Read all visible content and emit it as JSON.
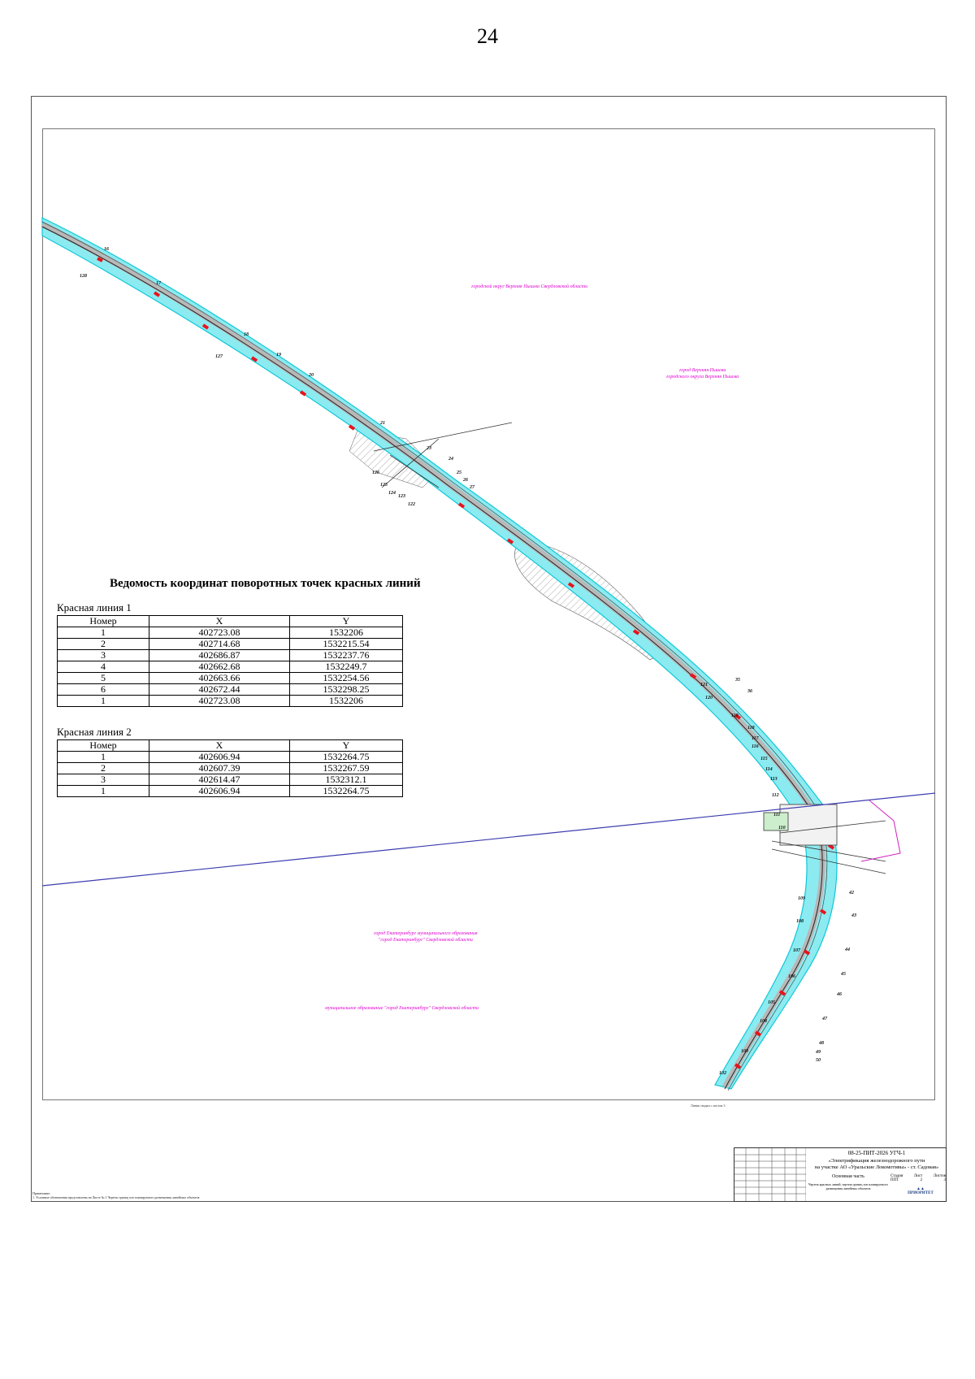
{
  "page_number": "24",
  "statement": {
    "title": "Ведомость координат поворотных точек красных линий",
    "columns": [
      "Номер",
      "X",
      "Y"
    ],
    "lines": [
      {
        "caption": "Красная линия 1",
        "rows": [
          [
            "1",
            "402723.08",
            "1532206"
          ],
          [
            "2",
            "402714.68",
            "1532215.54"
          ],
          [
            "3",
            "402686.87",
            "1532237.76"
          ],
          [
            "4",
            "402662.68",
            "1532249.7"
          ],
          [
            "5",
            "402663.66",
            "1532254.56"
          ],
          [
            "6",
            "402672.44",
            "1532298.25"
          ],
          [
            "1",
            "402723.08",
            "1532206"
          ]
        ]
      },
      {
        "caption": "Красная линия 2",
        "rows": [
          [
            "1",
            "402606.94",
            "1532264.75"
          ],
          [
            "2",
            "402607.39",
            "1532267.59"
          ],
          [
            "3",
            "402614.47",
            "1532312.1"
          ],
          [
            "1",
            "402606.94",
            "1532264.75"
          ]
        ]
      }
    ]
  },
  "regions": {
    "r1": "городской округ Верхняя Пышма Свердловской области",
    "r2_line1": "город Верхняя Пышма",
    "r2_line2": "городского округа Верхняя Пышма",
    "r3_line1": "город Екатеринбург муниципального образования",
    "r3_line2": "\"город Екатеринбург\" Свердловской области",
    "r4": "муниципальное образование \"город Екатеринбург\" Свердловской области"
  },
  "map_labels": {
    "p16": "16",
    "p17": "17",
    "p128": "128",
    "p18": "18",
    "p127": "127",
    "p19": "19",
    "p20": "20",
    "p21": "21",
    "p23": "23",
    "p24": "24",
    "p25": "25",
    "p26": "26",
    "p27": "27",
    "p126": "126",
    "p125": "125",
    "p124": "124",
    "p123": "123",
    "p122": "122",
    "p121": "121",
    "p120": "120",
    "p119": "119",
    "p118": "118",
    "p117": "117",
    "p116": "116",
    "p115": "115",
    "p114": "114",
    "p113": "113",
    "p112": "112",
    "p111": "111",
    "p110": "110",
    "p109": "109",
    "p108": "108",
    "p107": "107",
    "p106": "106",
    "p105": "105",
    "p104": "104",
    "p103": "103",
    "p102": "102",
    "p42": "42",
    "p43": "43",
    "p44": "44",
    "p45": "45",
    "p46": "46",
    "p47": "47",
    "p48": "48",
    "p49": "49",
    "p50": "50",
    "p35": "35",
    "p36": "36"
  },
  "title_block": {
    "code": "08-25-ПИТ-2026 УГЧ-1",
    "project_line1": "«Электрификация железнодорожного пути",
    "project_line2": "на участке АО «Уральские Локомотивы» - ст. Садовая»",
    "part": "Основная часть",
    "description": "Чертеж красных линий, чертеж границ зон планируемого размещения линейных объектов",
    "stage_labels": [
      "Стадия",
      "Лист",
      "Листов"
    ],
    "stage_values": [
      "ППТ",
      "2",
      "3"
    ],
    "logo": "ПРИОРИТЕТ"
  },
  "footnote_line1": "Примечание:",
  "footnote_line2": "1. Условные обозначения представлены на Листе № 1 Чертеж границ зон планируемого размещения линейных объектов",
  "scale_note": "Линия сводки с листом 3",
  "colors": {
    "corridor": "#7fe8ee",
    "corridor_edge": "#10c8d8",
    "red_line": "#e8141c",
    "boundary": "#3c3cb0",
    "region_text": "#e000d0",
    "magenta": "#d020c0"
  }
}
